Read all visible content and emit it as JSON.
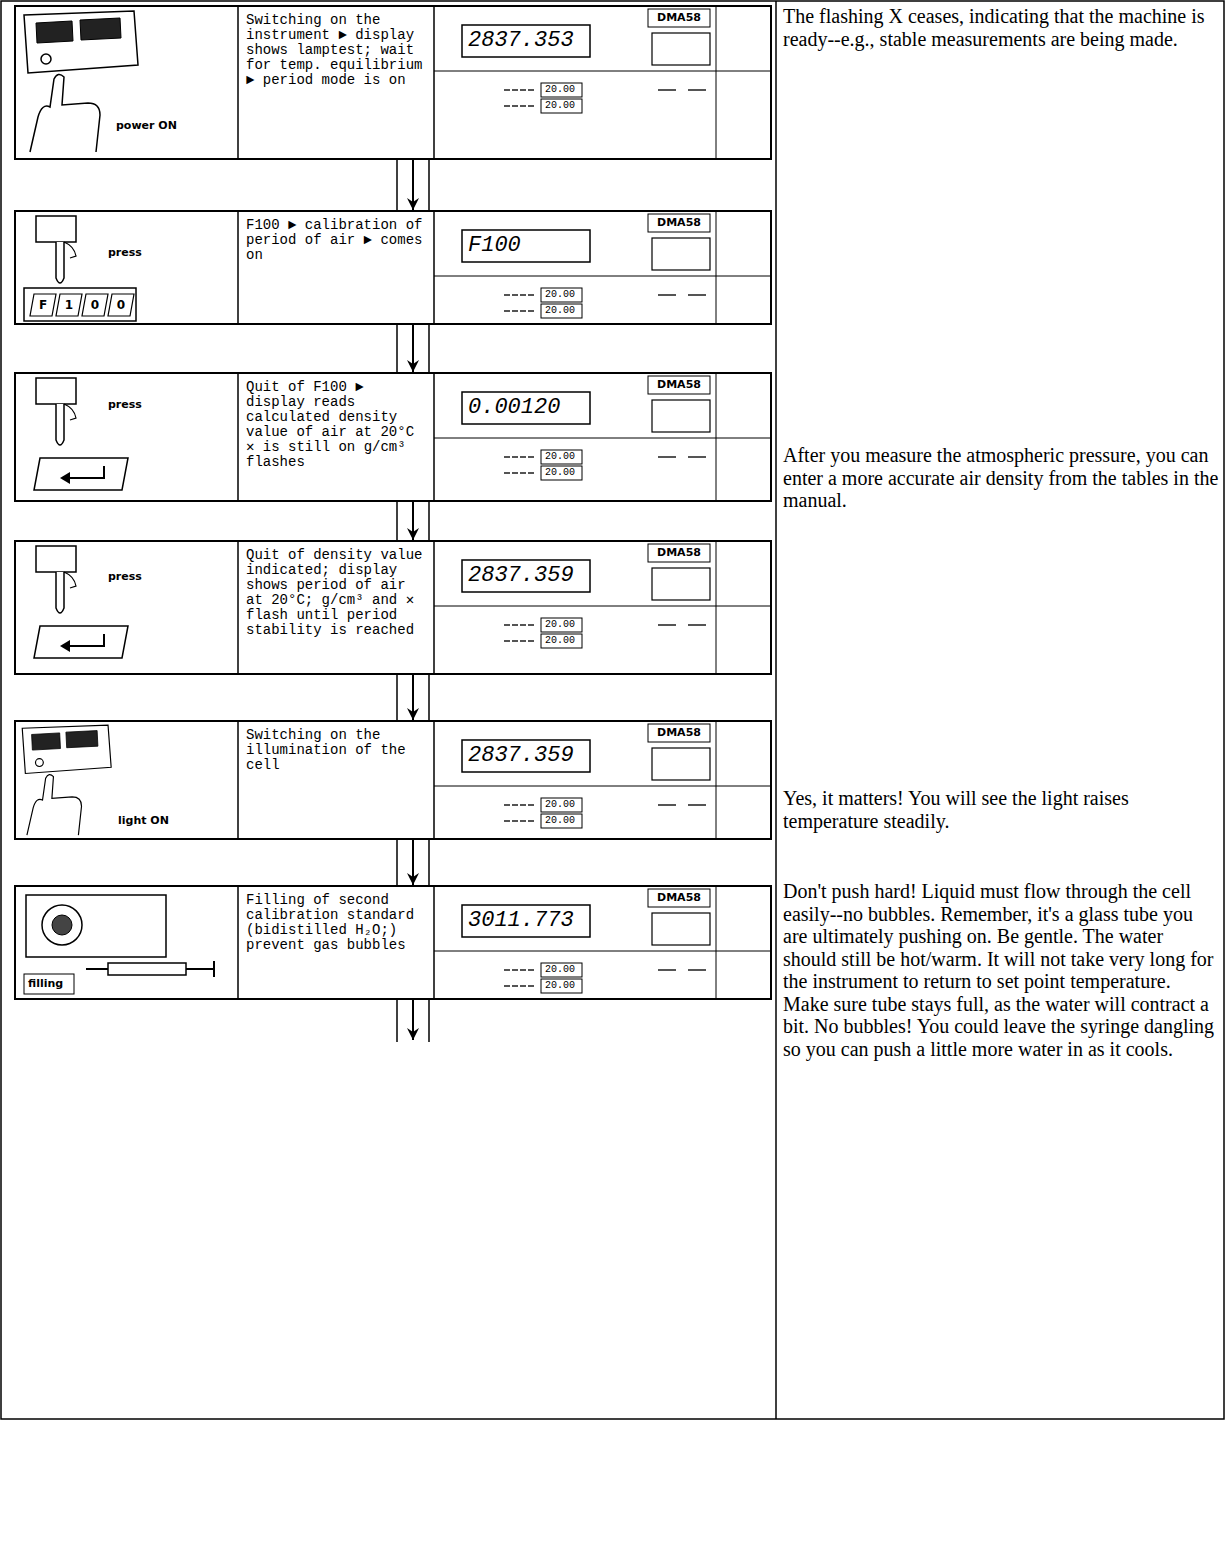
{
  "diagram": {
    "nodes": [
      {
        "text": [
          "Switching on the instrument ► display shows lamptest; wait for temp. equilibrium ► period mode is on",
          "power ON",
          "DMA58",
          "2837.353",
          "20.00",
          "20.00"
        ]
      },
      {
        "text": [
          "F100 ► calibration of period of air ► comes on",
          "press",
          "F",
          "1",
          "0",
          "0",
          "DMA58",
          "F100",
          "20.00",
          "20.00"
        ]
      },
      {
        "text": [
          "Quit of F100 ► display reads calculated density value of air at 20°C ✕ is still on g/cm³ flashes",
          "press",
          "DMA58",
          "0.00120",
          "20.00",
          "20.00"
        ]
      },
      {
        "text": [
          "Quit of density value indicated; display shows period of air at 20°C; g/cm³ and ✕ flash until period stability is reached",
          "press",
          "DMA58",
          "2837.359",
          "20.00",
          "20.00"
        ]
      },
      {
        "text": [
          "Switching on the illumination of the cell",
          "light ON",
          "DMA58",
          "2837.359",
          "20.00",
          "20.00"
        ]
      },
      {
        "text": [
          "Filling of second calibration standard (bidistilled H₂O;) prevent gas bubbles",
          "filling",
          "DMA58",
          "3011.773",
          "20.00",
          "20.00"
        ]
      }
    ],
    "edges": [
      {
        "from": 0,
        "to": 1,
        "arrow": "to"
      },
      {
        "from": 1,
        "to": 2,
        "arrow": "to"
      },
      {
        "from": 2,
        "to": 3,
        "arrow": "to"
      },
      {
        "from": 3,
        "to": 4,
        "arrow": "to"
      },
      {
        "from": 4,
        "to": 5,
        "arrow": "to"
      }
    ],
    "labels": [
      "The flashing X ceases, indicating that the machine is ready--e.g., stable measurements are being made.",
      "After you measure the atmospheric pressure, you can enter a more accurate air density from the tables in the manual.",
      "Yes, it matters! You will see the light raises temperature steadily.",
      "Don't push hard! Liquid must flow through the cell easily--no bubbles. Remember, it's a glass tube you are ultimately pushing on. Be gentle. The water should still be hot/warm. It will not take very long for the instrument to return to set point temperature. Make sure tube stays full, as the water will contract a bit. No bubbles! You could leave the syringe dangling so you can push a little more water in as it cools."
    ]
  }
}
